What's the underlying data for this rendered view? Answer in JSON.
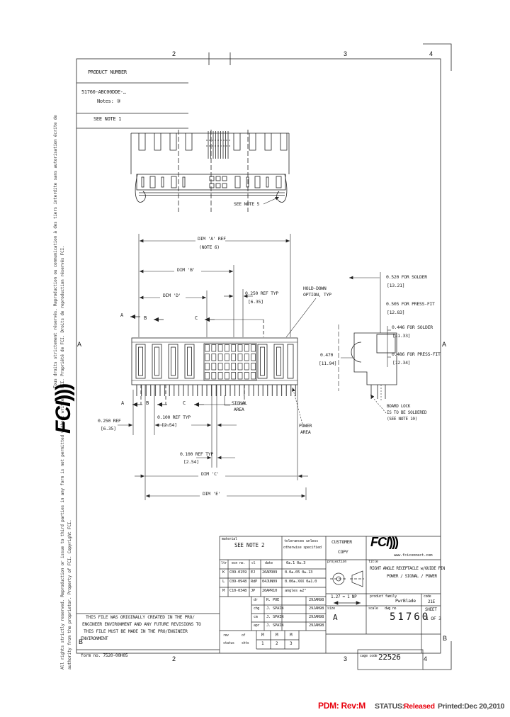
{
  "status_bar": {
    "pdm": "PDM: Rev:M",
    "status_label": "STATUS:",
    "status_value": "Released",
    "printed": "Printed:Dec 20,2010"
  },
  "colors": {
    "red": "#e8000d",
    "ink": "#1f1f1f"
  },
  "frame": {
    "zones_top": [
      "2",
      "3",
      "4"
    ],
    "zones_bottom": [
      "2",
      "3",
      "4"
    ],
    "rows_left": [
      "A",
      "B"
    ],
    "rows_right": [
      "A",
      "B"
    ]
  },
  "margin": {
    "copyright_fr": "Tous droits strictement réservés. Reproduction ou communication à des tiers interdite sans autorisation écrite de FCI. Propriété de FCI. Droits de reproduction réservés FCI.",
    "copyright_en": "All rights strictly reserved. Reproduction or issue to third parties in any form is not permitted without written authority from the proprietor. Property of FCI. Copyright FCI.",
    "logo": "FCI"
  },
  "product_block": {
    "header": "PRODUCT NUMBER",
    "number": "51760-ABC00DDE-…",
    "notes": "Notes: ③",
    "see_note": "SEE NOTE 1"
  },
  "views": {
    "see_note_5": "SEE NOTE 5",
    "dim_a": "DIM 'A' REF",
    "dim_a_note": "(NOTE 6)",
    "dim_b": "DIM 'B'",
    "dim_d": "DIM 'D'",
    "ref250_typ": "0.250 REF TYP",
    "ref250_typ_mm": "[6.35]",
    "holddown1": "HOLD-DOWN",
    "holddown2": "OPTION, TYP",
    "d520": "0.520 FOR SOLDER",
    "d520mm": "[13.21]",
    "d505": "0.505 FOR PRESS-FIT",
    "d505mm": "[12.83]",
    "d446": "0.446 FOR SOLDER",
    "d446mm": "[11.33]",
    "d486": "0.486 FOR PRESS-FIT",
    "d486mm": "[12.34]",
    "d470": "0.470",
    "d470mm": "[11.94]",
    "lock1": "BOARD LOCK",
    "lock2": "IS TO BE SOLDERED",
    "lock3": "(SEE NOTE 10)",
    "ref250": "0.250 REF",
    "ref250mm": "[6.35]",
    "ref100a": "0.100 REF TYP",
    "ref100amm": "[2.54]",
    "ref100b": "0.100 REF TYP",
    "ref100bmm": "[2.54]",
    "signal1": "SIGNAL",
    "signal2": "AREA",
    "power1": "POWER",
    "power2": "AREA",
    "dim_c": "DIM 'C'",
    "dim_e": "DIM 'E'",
    "secA": "A",
    "secB": "B",
    "secC": "C"
  },
  "notes_box": {
    "line1": "THIS FILE WAS ORIGINALLY CREATED IN THE PRO/",
    "line2": "ENGINEER ENVIRONMENT AND ANY FUTURE REVISIONS TO",
    "line3": "THIS FILE MUST BE MADE IN THE PRO/ENGINEER",
    "line4": "ENVIRONMENT",
    "form_no": "form no. 7520-00H05"
  },
  "title_block": {
    "material_label": "material",
    "material": "SEE NOTE 2",
    "tol_header1": "tolerances unless",
    "tol_header2": "otherwise specified",
    "customer1": "CUSTOMER",
    "customer2": "COPY",
    "logo": "FCI",
    "website": "www.fciconnect.com",
    "rev_header": {
      "ltr": "ltr",
      "ecn": "ecn no.",
      "cl": "cl",
      "date": "date",
      "tol": "0±.1   0±.3"
    },
    "rev_rows": [
      {
        "ltr": "K",
        "ecn": "C09-0159",
        "cl": "EJ",
        "date": "26APR09",
        "tol": "0.0±.05  0±.13"
      },
      {
        "ltr": "L",
        "ecn": "C09-0948",
        "cl": "RdP",
        "date": "04JUN09",
        "tol": "0.00±.XXX 0±1.0"
      },
      {
        "ltr": "M",
        "ecn": "C10-0348",
        "cl": "JP",
        "date": "26APR10",
        "tol": "angles  ±2°"
      }
    ],
    "approvals": [
      {
        "label": "dr",
        "name": "R. POE",
        "date": "29JAN98"
      },
      {
        "label": "chg",
        "name": "J. SPAIN",
        "date": "29JAN98"
      },
      {
        "label": "cm",
        "name": "J. SPAIN",
        "date": "29JAN98"
      },
      {
        "label": "apr",
        "name": "J. SPAIN",
        "date": "29JAN98"
      }
    ],
    "sheet_rev": {
      "label1a": "rev",
      "label1b": "status",
      "label2a": "of",
      "label2b": "shts",
      "row1": [
        "M",
        "M",
        "M"
      ],
      "row2": [
        "1",
        "2",
        "3"
      ]
    },
    "projection_label": "projection",
    "title_label": "title",
    "title_line1": "RIGHT ANGLE RECEPTACLE w/GUIDE PIN",
    "title_line2": "POWER / SIGNAL / POWER",
    "scale_note": "1.27 = 1 NP",
    "family_label": "product family",
    "family": "PwrBlade",
    "code_label": "code",
    "code": "21E",
    "size_label": "size",
    "size": "A",
    "scale_label": "scale",
    "dwg_label": "dwg no",
    "dwg_no": "51760",
    "sheet_label": "SHEET",
    "sheet": "1 OF 3",
    "cage_label": "cage code",
    "cage": "22526"
  }
}
